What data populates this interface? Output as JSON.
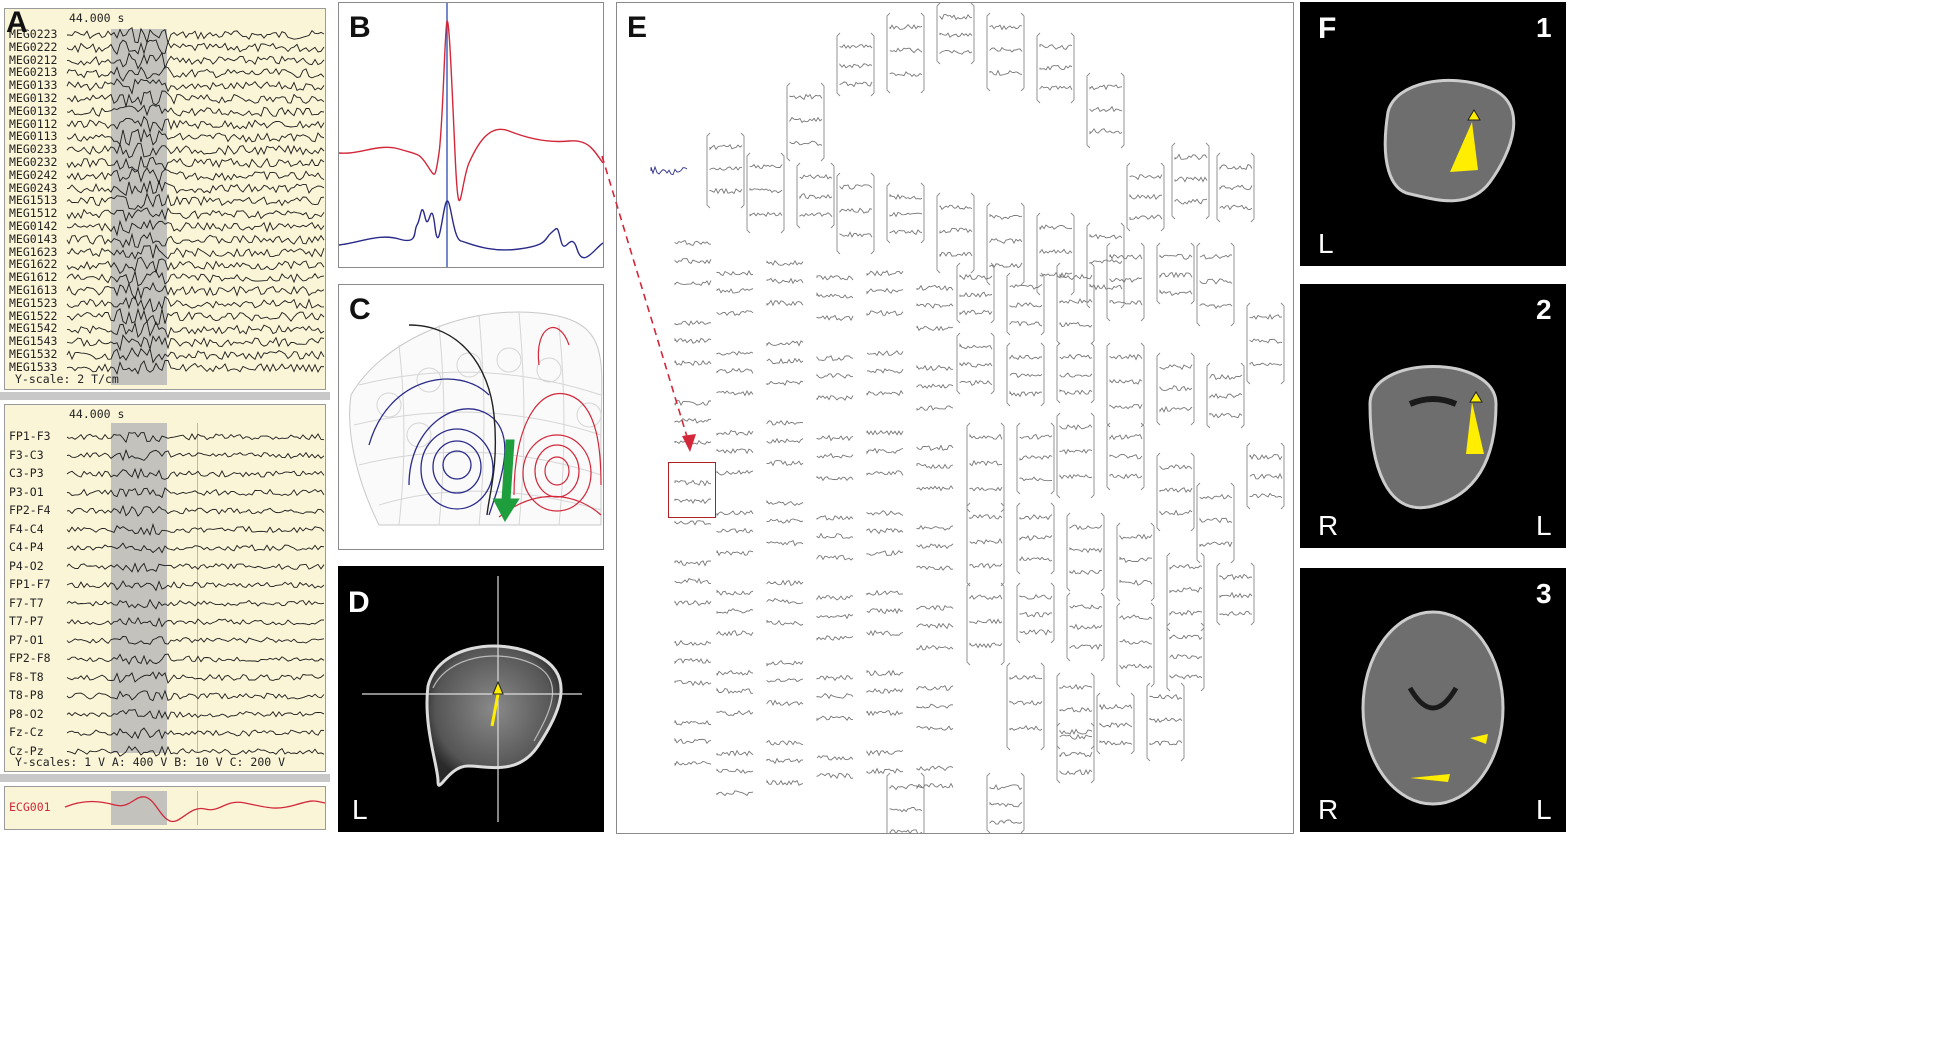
{
  "panelA": {
    "letter": "A",
    "meg_time": "44.000 s",
    "meg_channels": [
      "MEG0223",
      "MEG0222",
      "MEG0212",
      "MEG0213",
      "MEG0133",
      "MEG0132",
      "MEG0132",
      "MEG0112",
      "MEG0113",
      "MEG0233",
      "MEG0232",
      "MEG0242",
      "MEG0243",
      "MEG1513",
      "MEG1512",
      "MEG0142",
      "MEG0143",
      "MEG1623",
      "MEG1622",
      "MEG1612",
      "MEG1613",
      "MEG1523",
      "MEG1522",
      "MEG1542",
      "MEG1543",
      "MEG1532",
      "MEG1533"
    ],
    "meg_scale": "Y-scale:  2 T/cm",
    "eeg_time": "44.000 s",
    "eeg_channels": [
      "FP1-F3",
      "F3-C3",
      "C3-P3",
      "P3-O1",
      "FP2-F4",
      "F4-C4",
      "C4-P4",
      "P4-O2",
      "FP1-F7",
      "F7-T7",
      "T7-P7",
      "P7-O1",
      "FP2-F8",
      "F8-T8",
      "T8-P8",
      "P8-O2",
      "Fz-Cz",
      "Cz-Pz"
    ],
    "eeg_scale": "Y-scales:  1 V  A: 400 V  B: 10 V  C: 200 V",
    "ecg_label": "ECG001"
  },
  "panelB": {
    "letter": "B"
  },
  "panelC": {
    "letter": "C"
  },
  "panelD": {
    "letter": "D",
    "side": "L"
  },
  "panelE": {
    "letter": "E"
  },
  "panelF": {
    "letter": "F",
    "images": [
      {
        "num": "1",
        "left": "L",
        "right": ""
      },
      {
        "num": "2",
        "left": "R",
        "right": "L"
      },
      {
        "num": "3",
        "left": "R",
        "right": "L"
      }
    ]
  },
  "colors": {
    "red_trace": "#d2283a",
    "blue_trace": "#2a2a8a",
    "arrow_green": "#1e9e3c",
    "dipole_yellow": "#ffee00",
    "highlight": "#b0b0b0"
  }
}
